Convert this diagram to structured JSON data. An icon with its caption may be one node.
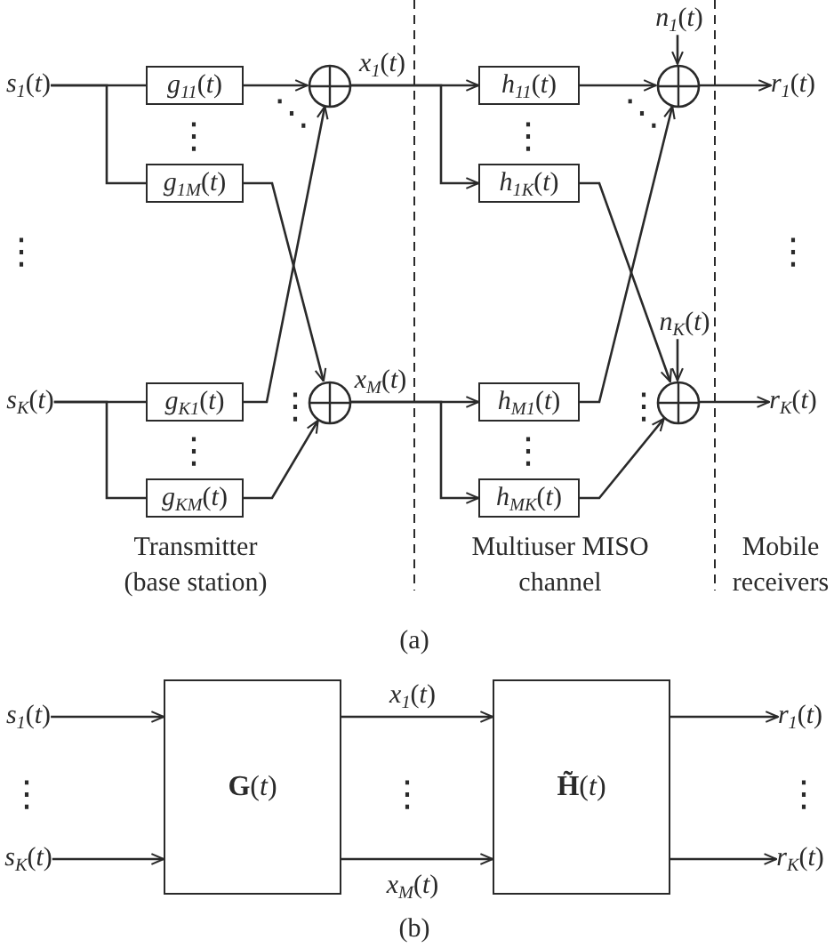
{
  "diagram": {
    "nodes": [
      {
        "text": [
          "*s*$_{1}$(*t*)"
        ]
      },
      {
        "text": [
          "*g*$_{11}$(*t*)"
        ]
      },
      {
        "text": [
          "*g*$_{1M}$(*t*)"
        ]
      },
      {
        "text": [
          "*s*$_{K}$(*t*)"
        ]
      },
      {
        "text": [
          "*g*$_{K1}$(*t*)"
        ]
      },
      {
        "text": [
          "*g*$_{KM}$(*t*)"
        ]
      },
      {
        "text": [],
        "shape": "circle"
      },
      {
        "text": [],
        "shape": "circle"
      },
      {
        "text": [
          "*h*$_{11}$(*t*)"
        ]
      },
      {
        "text": [
          "*h*$_{1K}$(*t*)"
        ]
      },
      {
        "text": [
          "*h*$_{M1}$(*t*)"
        ]
      },
      {
        "text": [
          "*h*$_{MK}$(*t*)"
        ]
      },
      {
        "text": [
          "*n*$_{1}$(*t*)"
        ]
      },
      {
        "text": [],
        "shape": "circle"
      },
      {
        "text": [
          "*n*$_{K}$(*t*)"
        ]
      },
      {
        "text": [],
        "shape": "circle"
      },
      {
        "text": [
          "*r*$_{1}$(*t*)"
        ]
      },
      {
        "text": [
          "*r*$_{K}$(*t*)"
        ]
      },
      {
        "text": [
          "*s*$_{1}$(*t*)"
        ]
      },
      {
        "text": [
          "*s*$_{K}$(*t*)"
        ]
      },
      {
        "text": [
          "**G**(*t*)"
        ]
      },
      {
        "text": [
          "**H̃**(*t*)"
        ]
      },
      {
        "text": [
          "*r*$_{1}$(*t*)"
        ]
      },
      {
        "text": [
          "*r*$_{K}$(*t*)"
        ]
      }
    ],
    "edges": [
      {
        "from": 0,
        "to": 1,
        "arrow": "none"
      },
      {
        "from": 0,
        "to": 2,
        "arrow": "none"
      },
      {
        "from": 3,
        "to": 4,
        "arrow": "none"
      },
      {
        "from": 3,
        "to": 5,
        "arrow": "none"
      },
      {
        "from": 1,
        "to": 6,
        "arrow": "to"
      },
      {
        "from": 2,
        "to": 7,
        "arrow": "to"
      },
      {
        "from": 4,
        "to": 6,
        "arrow": "to"
      },
      {
        "from": 5,
        "to": 7,
        "arrow": "to"
      },
      {
        "from": 6,
        "to": 8,
        "arrow": "to",
        "label": "*x*$_{1}$(*t*)"
      },
      {
        "from": 6,
        "to": 9,
        "arrow": "to"
      },
      {
        "from": 7,
        "to": 10,
        "arrow": "to",
        "label": "*x*$_{M}$(*t*)"
      },
      {
        "from": 7,
        "to": 11,
        "arrow": "to"
      },
      {
        "from": 8,
        "to": 13,
        "arrow": "to"
      },
      {
        "from": 9,
        "to": 15,
        "arrow": "to"
      },
      {
        "from": 10,
        "to": 13,
        "arrow": "to"
      },
      {
        "from": 11,
        "to": 15,
        "arrow": "to"
      },
      {
        "from": 12,
        "to": 13,
        "arrow": "to"
      },
      {
        "from": 14,
        "to": 15,
        "arrow": "to"
      },
      {
        "from": 13,
        "to": 16,
        "arrow": "to"
      },
      {
        "from": 15,
        "to": 17,
        "arrow": "to"
      },
      {
        "from": 18,
        "to": 20,
        "arrow": "to"
      },
      {
        "from": 19,
        "to": 20,
        "arrow": "to"
      },
      {
        "from": 20,
        "to": 21,
        "arrow": "to",
        "label": "*x*$_{1}$(*t*)"
      },
      {
        "from": 20,
        "to": 21,
        "arrow": "to",
        "label": "*x*$_{M}$(*t*)"
      },
      {
        "from": 21,
        "to": 22,
        "arrow": "to"
      },
      {
        "from": 21,
        "to": 23,
        "arrow": "to"
      }
    ],
    "labels": [
      "⋱",
      "⋱",
      "⋮",
      "⋮",
      "⋮",
      "⋮",
      "⋮",
      "⋮",
      "⋮",
      "⋮",
      "Transmitter (base station)",
      "Multiuser MISO channel",
      "Mobile receivers",
      "(a)",
      "⋮",
      "⋮",
      "⋮",
      "(b)"
    ]
  }
}
